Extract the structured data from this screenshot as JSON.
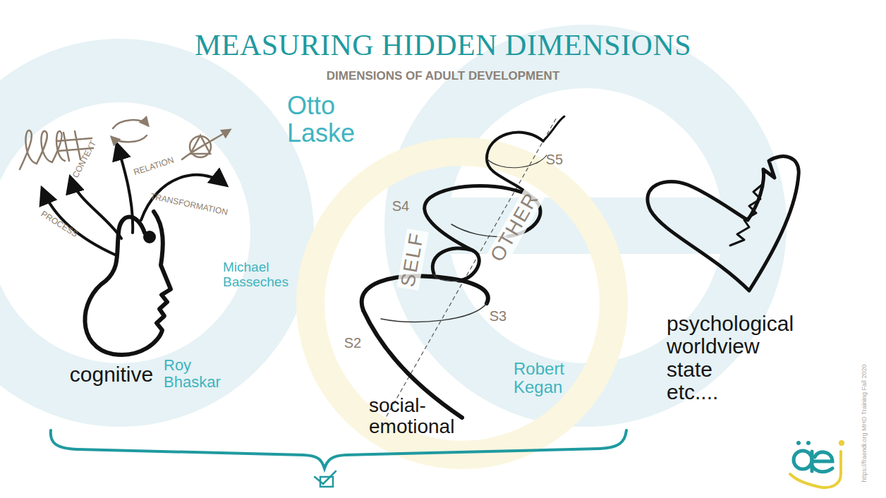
{
  "diagram": {
    "title": "MEASURING HIDDEN DIMENSIONS",
    "labels": [
      "DIMENSIONS OF ADULT DEVELOPMENT",
      "Otto Laske",
      "PROCESS",
      "CONTEXT",
      "RELATION",
      "TRANSFORMATION",
      "Michael Basseches",
      "cognitive",
      "Roy Bhaskar",
      "S5",
      "S4",
      "SELF",
      "OTHER",
      "S3",
      "S2",
      "Robert Kegan",
      "social-emotional",
      "psychological worldview state etc....",
      "https://fraendi.org MHD Training Fall 2020"
    ]
  }
}
